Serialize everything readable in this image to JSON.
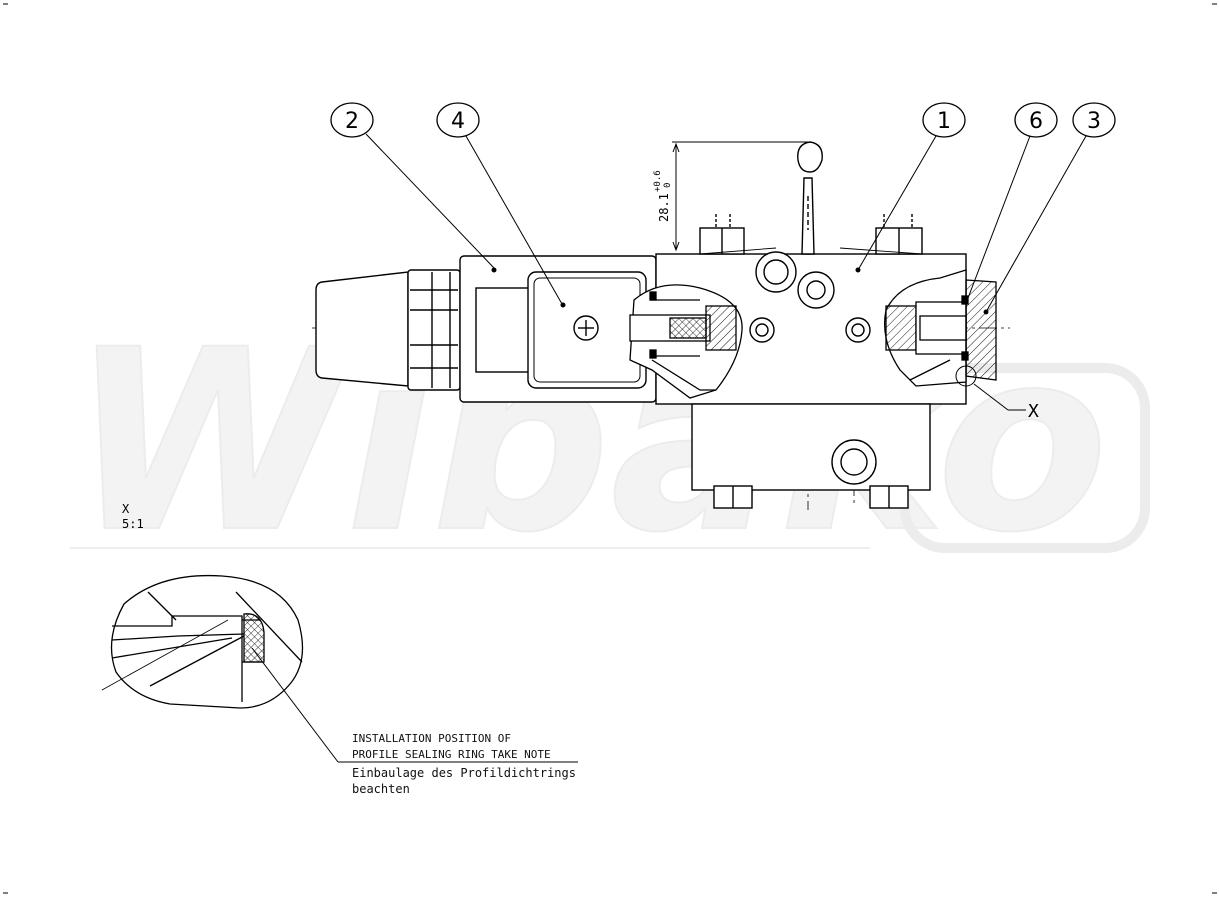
{
  "watermark": "Wibako",
  "balloons": [
    {
      "id": "balloon-2",
      "label": "2"
    },
    {
      "id": "balloon-4",
      "label": "4"
    },
    {
      "id": "balloon-1",
      "label": "1"
    },
    {
      "id": "balloon-6",
      "label": "6"
    },
    {
      "id": "balloon-3",
      "label": "3"
    }
  ],
  "dimension": {
    "value": "28.1",
    "tol_upper": "+0.6",
    "tol_lower": "0"
  },
  "detail_marker": "X",
  "detail_view": {
    "name": "X",
    "scale": "5:1"
  },
  "note": {
    "en_line1": "INSTALLATION POSITION OF",
    "en_line2": "PROFILE SEALING RING TAKE NOTE",
    "de_line1": "Einbaulage des Profildichtrings",
    "de_line2": "beachten"
  }
}
